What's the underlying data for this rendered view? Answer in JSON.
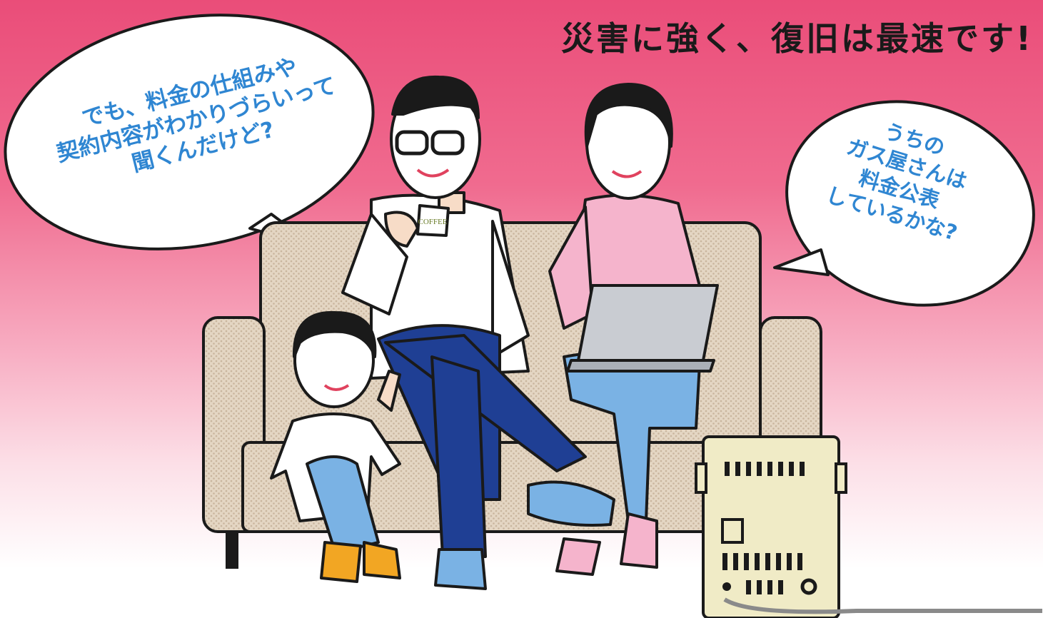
{
  "headline": "災害に強く、復旧は最速です!",
  "bubbles": {
    "left": {
      "lines": [
        "でも、料金の仕組みや",
        "契約内容がわかりづらいって",
        "聞くんだけど?"
      ]
    },
    "right": {
      "lines": [
        "うちの",
        "ガス屋さんは",
        "料金公表",
        "しているかな?"
      ]
    }
  },
  "mug_text": "COFFEE",
  "colors": {
    "background_top": "#ea4d79",
    "bubble_text": "#2f86d2",
    "sofa": "#e2d3bf",
    "jeans_dark": "#1f3f94",
    "jeans_light": "#7ab2e4",
    "sweater": "#f5b4cc",
    "gas_unit": "#f0ebc6"
  }
}
